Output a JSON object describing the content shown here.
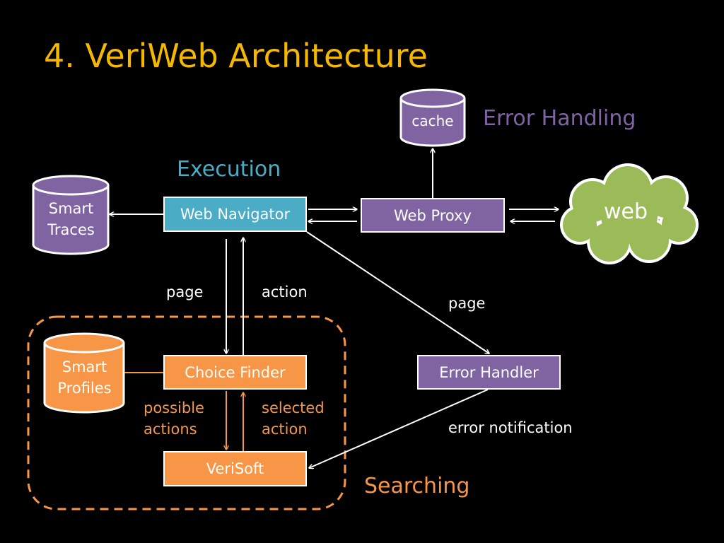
{
  "title": "4. VeriWeb Architecture",
  "sections": {
    "execution": "Execution",
    "error_handling": "Error Handling",
    "searching": "Searching"
  },
  "nodes": {
    "web_navigator": "Web Navigator",
    "web_proxy": "Web Proxy",
    "choice_finder": "Choice Finder",
    "error_handler": "Error Handler",
    "verisoft": "VeriSoft",
    "smart_traces_line1": "Smart",
    "smart_traces_line2": "Traces",
    "cache": "cache",
    "smart_profiles_line1": "Smart",
    "smart_profiles_line2": "Profiles",
    "web": "web"
  },
  "edges": {
    "page_left": "page",
    "action": "action",
    "page_right": "page",
    "possible_line1": "possible",
    "possible_line2": "actions",
    "selected_line1": "selected",
    "selected_line2": "action",
    "error_notification": "error notification"
  },
  "colors": {
    "title": "#f5b800",
    "execution": "#4bacc6",
    "error_handling": "#8064a2",
    "searching": "#f79646",
    "web_cloud": "#9bbb59"
  }
}
